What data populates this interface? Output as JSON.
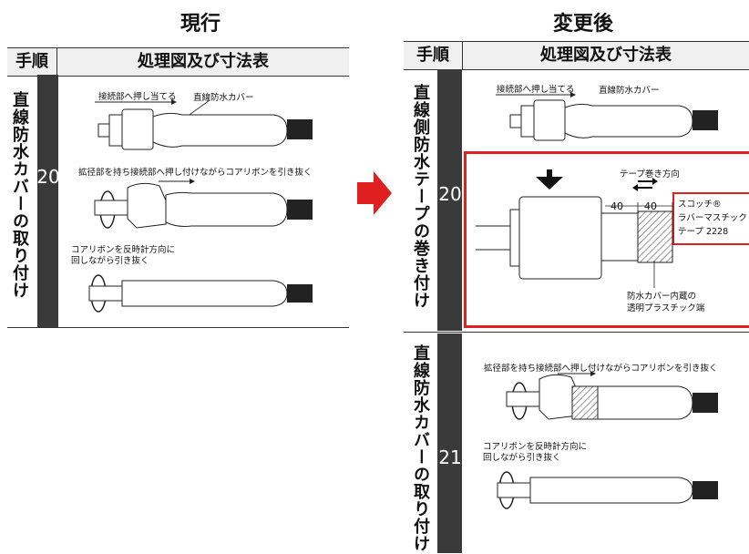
{
  "titles": {
    "left": "現行",
    "right": "変更後"
  },
  "header": {
    "step_col": "手順",
    "figure_col": "処理図及び寸法表"
  },
  "left_table": {
    "step": {
      "label": "直線防水カバーの取り付け",
      "number": "20",
      "notes": {
        "push_to_joint": "接続部へ押し当てる",
        "straight_cover": "直線防水カバー",
        "hold_expand": "拡径部を持ち接続部へ押し付けながらコアリボンを引き抜く",
        "pull_ccw_1": "コアリボンを反時計方向に",
        "pull_ccw_2": "回しながら引き抜く"
      }
    }
  },
  "right_table": {
    "step20": {
      "label": "直線側防水テープの巻き付け",
      "number": "20",
      "notes": {
        "push_to_joint": "接続部へ押し当てる",
        "straight_cover": "直線防水カバー",
        "tape_direction": "テープ巻き方向",
        "dim_a": "40",
        "dim_b": "40",
        "tape_name_1": "スコッチ®",
        "tape_name_2": "ラバーマスチック",
        "tape_name_3": "テープ 2228",
        "clear_end_1": "防水カバー内蔵の",
        "clear_end_2": "透明プラスチック端"
      }
    },
    "step21": {
      "label": "直線防水カバーの取り付け",
      "number": "21",
      "notes": {
        "hold_expand": "拡径部を持ち接続部へ押し付けながらコアリボンを引き抜く",
        "pull_ccw_1": "コアリボンを反時計方向に",
        "pull_ccw_2": "回しながら引き抜く"
      }
    }
  },
  "colors": {
    "accent_red": "#e02020",
    "step_bar": "#3a3a3a",
    "header_bg": "#f0f0f0"
  }
}
